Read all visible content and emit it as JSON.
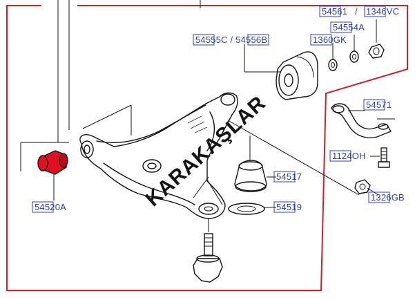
{
  "watermark": "KARAKAŞLAR",
  "colors": {
    "frame": "#d0202a",
    "label": "#2a3fb8",
    "highlight": "#e01020",
    "line": "#111111"
  },
  "labels": {
    "arm_bushing": "54520A",
    "ball_joint_boot": "54517",
    "ball_joint_washer": "54519",
    "rear_bushing": "54555C / 54556B",
    "rear_bushing_a": "54555C",
    "rear_bushing_b": "54556B",
    "washer_nut_a": "54561",
    "washer_nut_b": "1346VC",
    "washer_mid": "54554A",
    "washer_small": "1360GK",
    "bracket": "54571",
    "bracket_bolt": "1124OH",
    "bracket_nut": "1326GB"
  }
}
